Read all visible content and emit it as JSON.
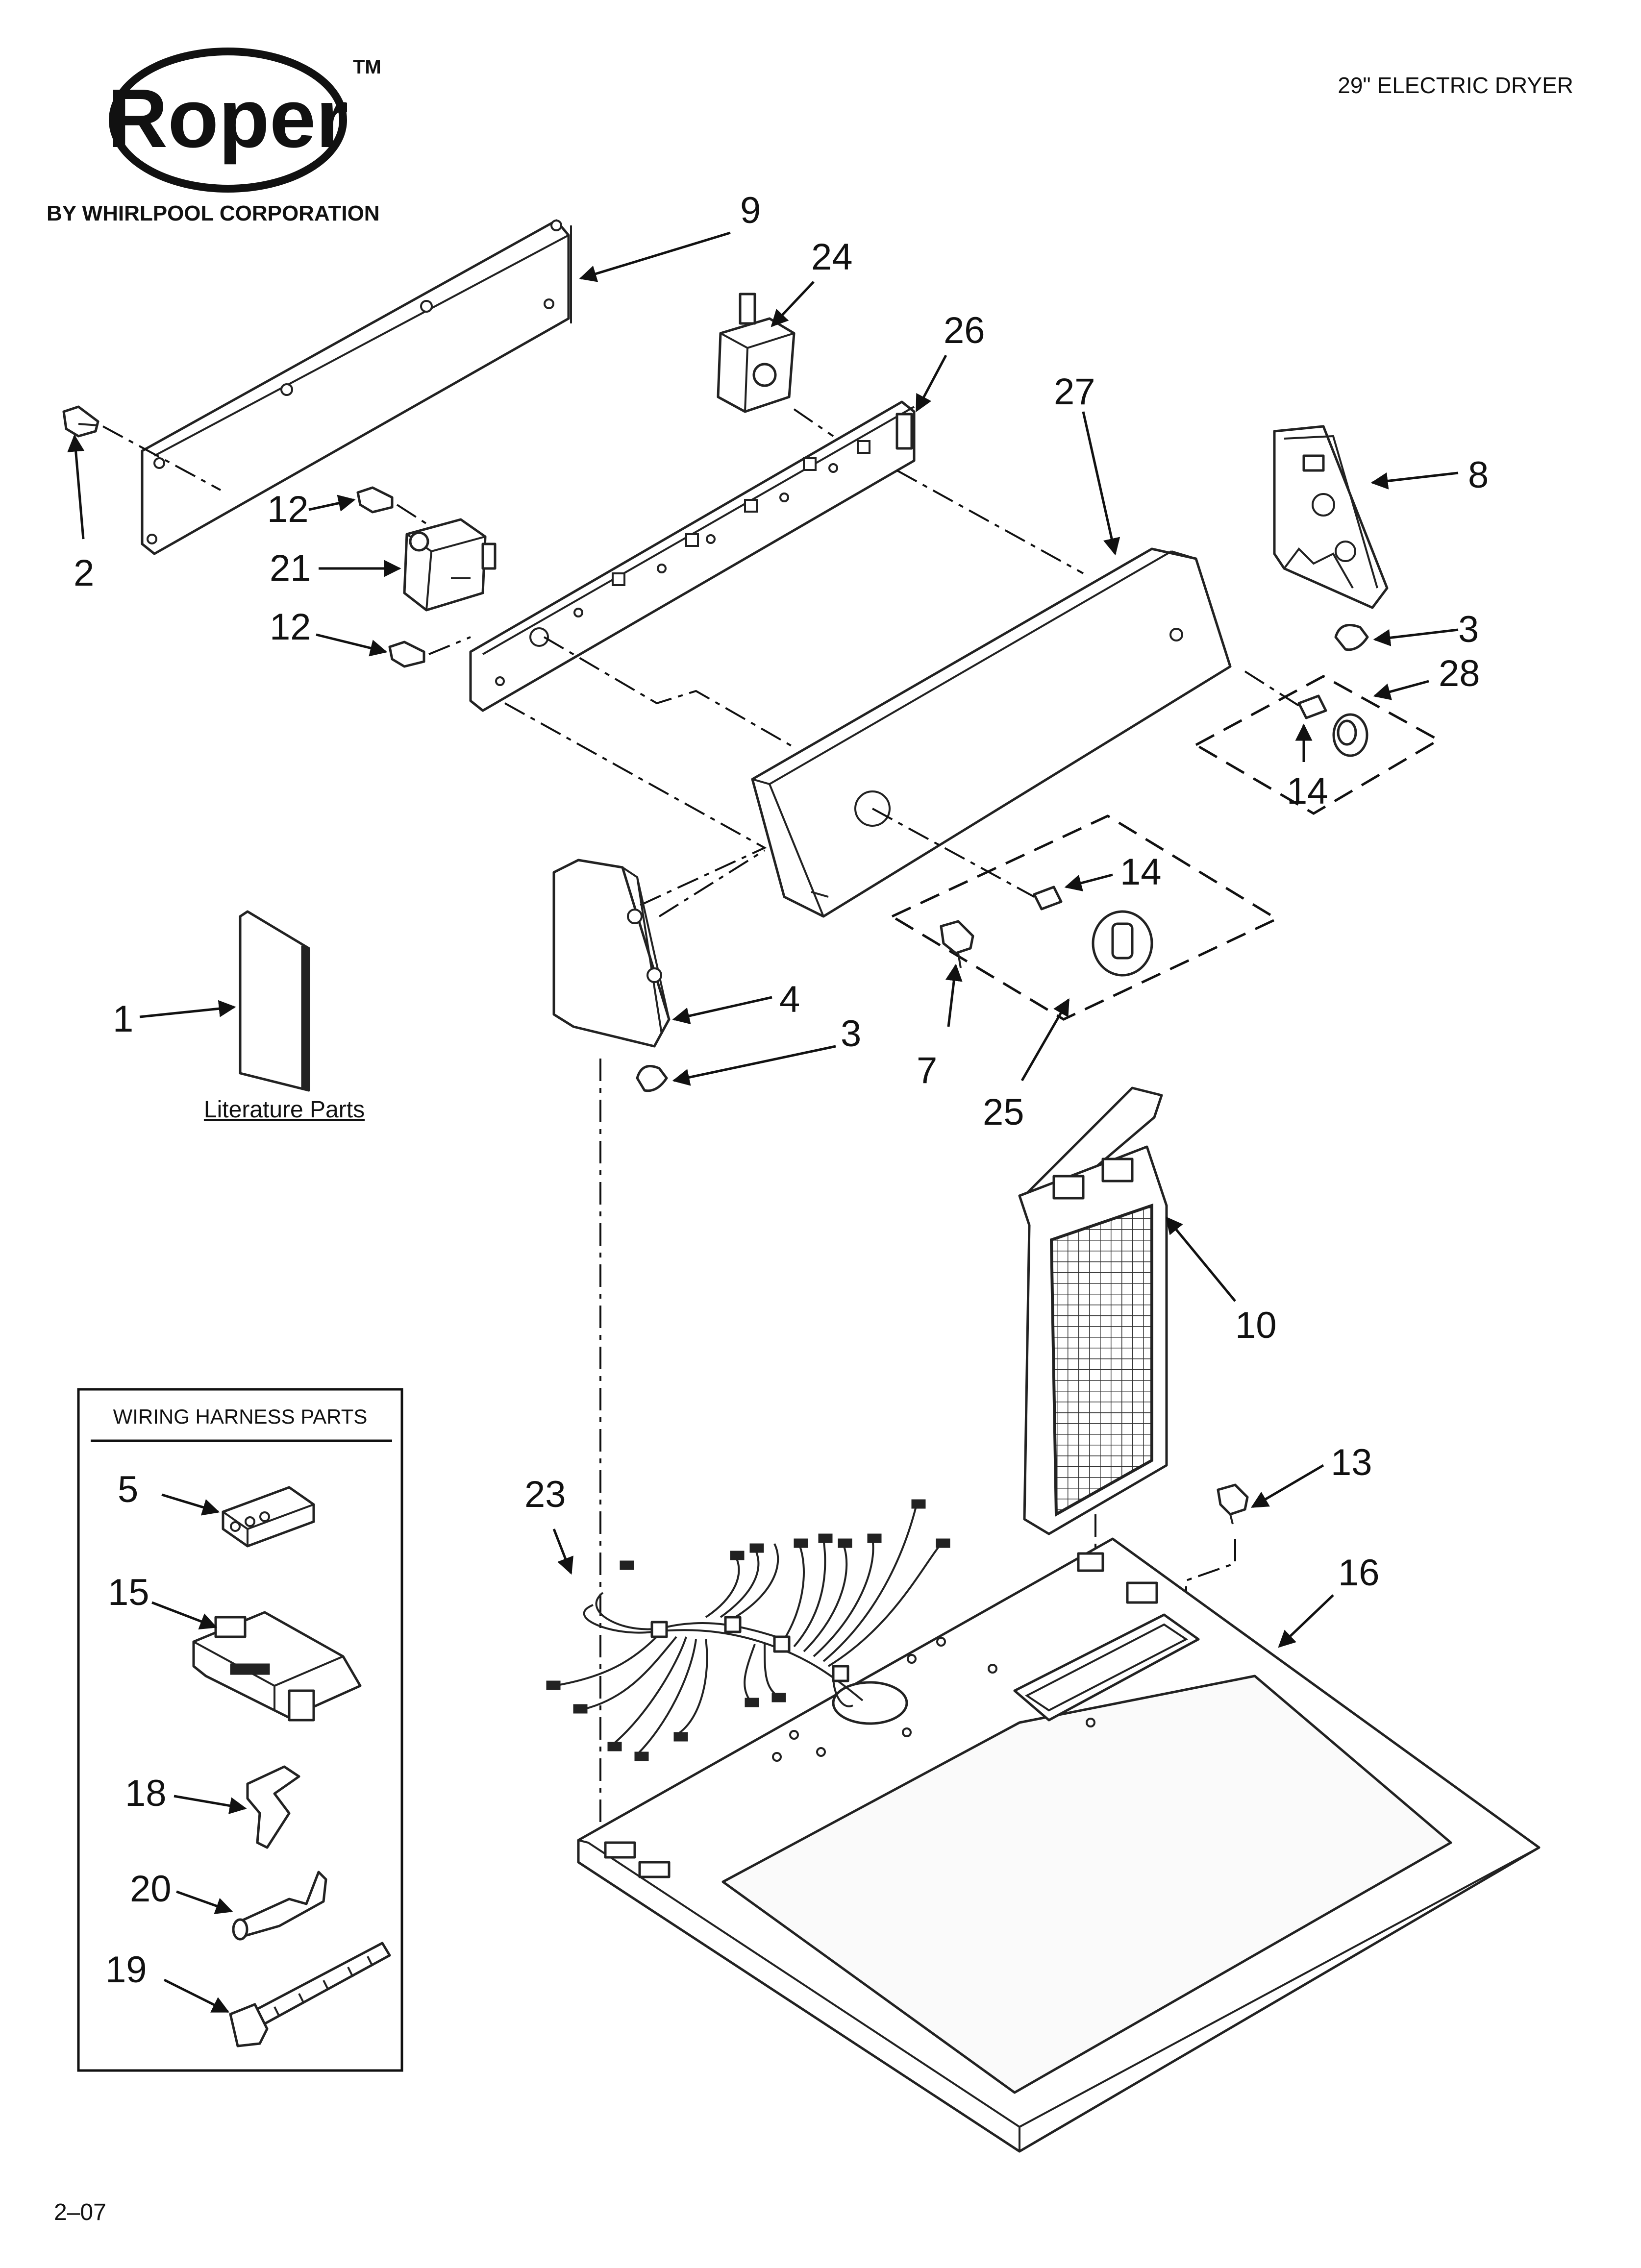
{
  "header": {
    "brand": "Roper",
    "trademark": "TM",
    "byline": "BY WHIRLPOOL CORPORATION",
    "model_title": "29\" ELECTRIC DRYER"
  },
  "callouts": {
    "c1": "1",
    "c2": "2",
    "c3a": "3",
    "c3b": "3",
    "c4": "4",
    "c5": "5",
    "c7": "7",
    "c8": "8",
    "c9": "9",
    "c10": "10",
    "c12a": "12",
    "c12b": "12",
    "c13": "13",
    "c14a": "14",
    "c14b": "14",
    "c15": "15",
    "c16": "16",
    "c18": "18",
    "c19": "19",
    "c20": "20",
    "c21": "21",
    "c23": "23",
    "c24": "24",
    "c25": "25",
    "c26": "26",
    "c27": "27",
    "c28": "28"
  },
  "literature": {
    "label": "Literature Parts"
  },
  "wiring_box": {
    "title": "WIRING HARNESS PARTS"
  },
  "footer": {
    "date_code": "2–07"
  },
  "colors": {
    "ink": "#111111",
    "paper": "#ffffff"
  }
}
